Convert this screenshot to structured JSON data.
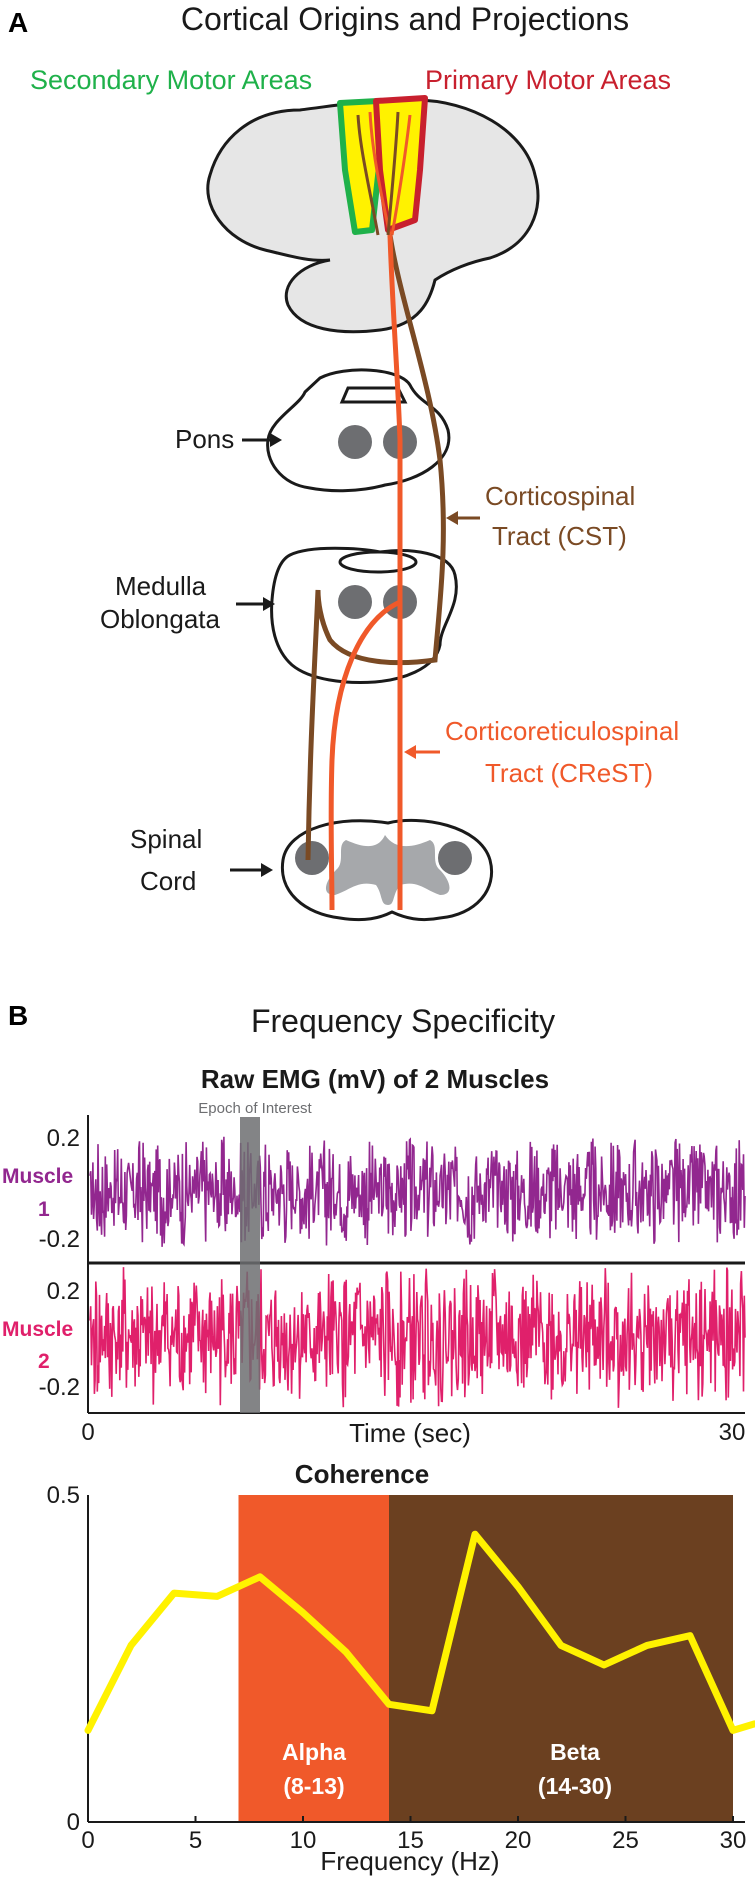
{
  "panel_a": {
    "letter": "A",
    "title": "Cortical Origins and Projections",
    "secondary_label": "Secondary Motor Areas",
    "primary_label": "Primary Motor Areas",
    "pons_label": "Pons",
    "medulla_label_1": "Medulla",
    "medulla_label_2": "Oblongata",
    "spinal_label_1": "Spinal",
    "spinal_label_2": "Cord",
    "cst_label_1": "Corticospinal",
    "cst_label_2": "Tract (CST)",
    "crest_label_1": "Corticoreticulospinal",
    "crest_label_2": "Tract (CReST)",
    "colors": {
      "secondary": "#1fb14a",
      "primary": "#c8202e",
      "cst": "#7a4a24",
      "crest": "#f0592a",
      "highlight": "#fff200",
      "brain_fill": "#e6e6e6",
      "nucleus": "#6d6e71"
    }
  },
  "panel_b": {
    "letter": "B",
    "title": "Frequency Specificity",
    "emg_title": "Raw EMG (mV) of 2 Muscles",
    "epoch_label": "Epoch of Interest",
    "muscle1_label_1": "Muscle",
    "muscle1_label_2": "1",
    "muscle2_label_1": "Muscle",
    "muscle2_label_2": "2",
    "emg_ticks": [
      "0.2",
      "-0.2"
    ],
    "time_ticks": [
      "0",
      "30"
    ],
    "time_label": "Time (sec)",
    "coherence_title": "Coherence",
    "freq_label": "Frequency (Hz)",
    "alpha_label_1": "Alpha",
    "alpha_label_2": "(8-13)",
    "beta_label_1": "Beta",
    "beta_label_2": "(14-30)",
    "colors": {
      "muscle1": "#92278f",
      "muscle2": "#e0206b",
      "epoch": "#6d6e71",
      "alpha_band": "#f0592a",
      "beta_band": "#6b4020",
      "coherence_line": "#fff200"
    }
  },
  "chart_data": [
    {
      "type": "line",
      "title": "Raw EMG (mV) of 2 Muscles",
      "xlabel": "Time (sec)",
      "ylabel": "",
      "xlim": [
        0,
        30
      ],
      "ylim": [
        -0.3,
        0.3
      ],
      "epoch_of_interest": [
        6.3,
        7.2
      ],
      "series": [
        {
          "name": "Muscle 1",
          "amplitude_range": [
            -0.2,
            0.2
          ]
        },
        {
          "name": "Muscle 2",
          "amplitude_range": [
            -0.3,
            0.3
          ]
        }
      ]
    },
    {
      "type": "line",
      "title": "Coherence",
      "xlabel": "Frequency (Hz)",
      "ylabel": "",
      "xlim": [
        0,
        30
      ],
      "ylim": [
        0,
        0.5
      ],
      "x_ticks": [
        "0",
        "5",
        "10",
        "15",
        "20",
        "25",
        "30"
      ],
      "y_ticks": [
        "0",
        "0.5"
      ],
      "bands": [
        {
          "name": "Alpha (8-13)",
          "range": [
            7,
            14
          ]
        },
        {
          "name": "Beta (14-30)",
          "range": [
            14,
            30
          ]
        }
      ],
      "x": [
        0,
        2,
        4,
        6,
        8,
        10,
        12,
        14,
        16,
        18,
        20,
        22,
        24,
        26,
        28,
        30,
        31
      ],
      "series": [
        {
          "values": [
            0.14,
            0.27,
            0.35,
            0.345,
            0.375,
            0.32,
            0.26,
            0.18,
            0.17,
            0.44,
            0.36,
            0.27,
            0.24,
            0.27,
            0.285,
            0.14,
            0.15
          ]
        }
      ]
    }
  ]
}
